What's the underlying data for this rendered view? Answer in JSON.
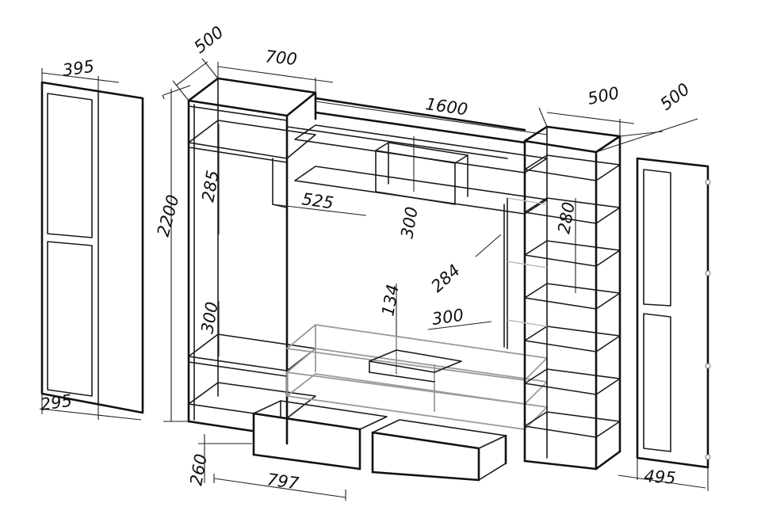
{
  "drawing": {
    "subject": "wall-unit-cabinet",
    "line_color": "#111111",
    "ghost_color": "#9a9a9a",
    "background": "#ffffff"
  },
  "dimensions": {
    "left_door_width": "395",
    "left_door_bottom": "295",
    "height_total": "2200",
    "depth_left": "500",
    "width_left_column": "700",
    "width_center": "1600",
    "width_right_column": "500",
    "depth_right": "500",
    "shelf_285": "285",
    "shelf_300_left": "300",
    "shelf_525": "525",
    "niche_300": "300",
    "shelf_280": "280",
    "shelf_284": "284",
    "niche_134": "134",
    "shelf_300_right": "300",
    "drawer_height": "260",
    "drawer_width": "797",
    "right_door_bottom": "495"
  }
}
